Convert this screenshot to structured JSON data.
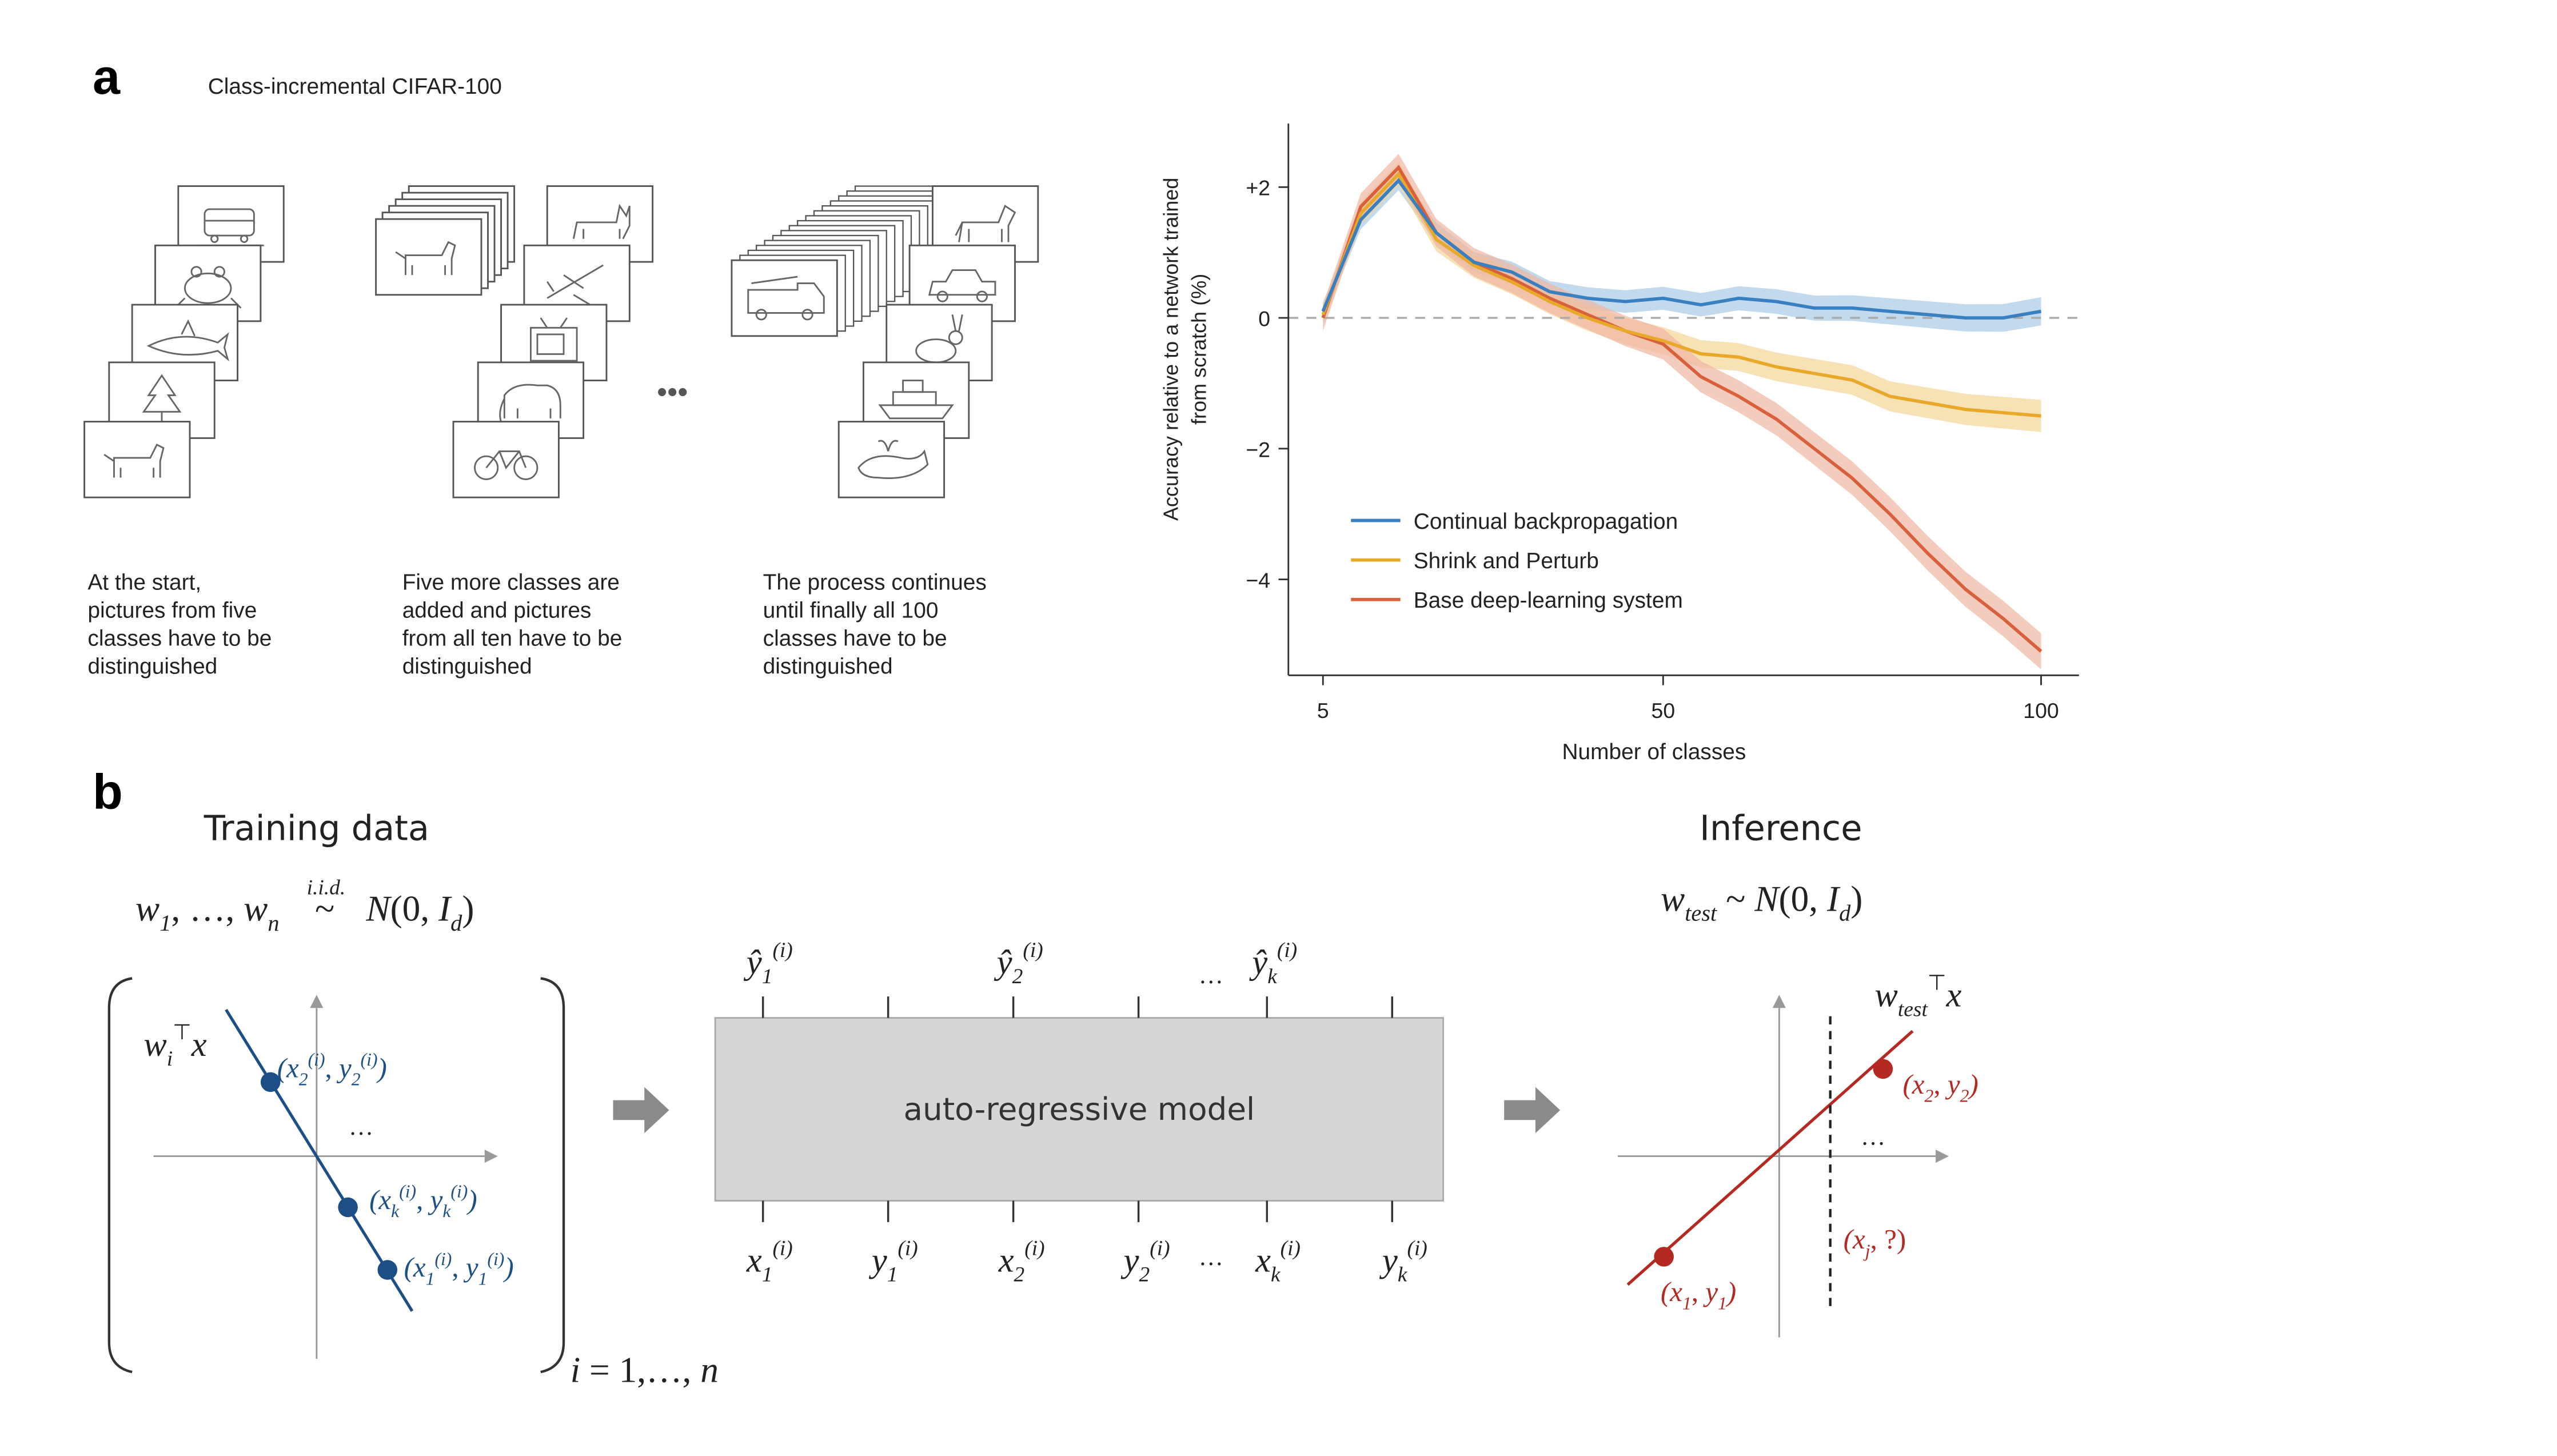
{
  "panel_a": {
    "label": "a",
    "title": "Class-incremental CIFAR-100",
    "captions": [
      [
        "At the start,",
        "pictures from five",
        "classes have to be",
        "distinguished"
      ],
      [
        "Five more classes are",
        "added and pictures",
        "from all ten have to be",
        "distinguished"
      ],
      [
        "The process continues",
        "until finally all 100",
        "classes have to be",
        "distinguished"
      ]
    ],
    "icons": {
      "stack1": [
        "train-icon",
        "frog-icon",
        "shark-icon",
        "tree-icon",
        "dog-icon"
      ],
      "stack2": [
        "cat-icon",
        "airplane-icon",
        "tv-icon",
        "elephant-icon",
        "bicycle-icon"
      ],
      "stack3": [
        "horse-icon",
        "car-icon",
        "rabbit-icon",
        "ship-icon",
        "whale-icon"
      ],
      "deck_front": "firetruck-icon",
      "ellipsis": "•••"
    }
  },
  "chart_data": {
    "type": "line",
    "title": "",
    "xlabel": "Number of classes",
    "ylabel": [
      "Accuracy relative to a network trained",
      "from scratch (%)"
    ],
    "xlim": [
      5,
      100
    ],
    "ylim": [
      -5.5,
      3
    ],
    "xticks": [
      5,
      50,
      100
    ],
    "xtick_labels": [
      "5",
      "50",
      "100"
    ],
    "yticks": [
      2,
      0,
      -2,
      -4
    ],
    "ytick_labels": [
      "+2",
      "0",
      "−2",
      "−4"
    ],
    "zero_line": true,
    "grid": false,
    "legend_position": "bottom-left",
    "x": [
      5,
      10,
      15,
      20,
      25,
      30,
      35,
      40,
      45,
      50,
      55,
      60,
      65,
      70,
      75,
      80,
      85,
      90,
      95,
      100
    ],
    "series": [
      {
        "name": "Continual backpropagation",
        "color": "#3a7fbf",
        "band": "#a6cbe6",
        "values": [
          0.1,
          1.5,
          2.1,
          1.3,
          0.85,
          0.7,
          0.4,
          0.3,
          0.25,
          0.3,
          0.2,
          0.3,
          0.25,
          0.15,
          0.15,
          0.1,
          0.05,
          0.0,
          0.0,
          0.1
        ]
      },
      {
        "name": "Shrink and Perturb",
        "color": "#e8a92a",
        "band": "#f3d596",
        "values": [
          0.05,
          1.6,
          2.2,
          1.2,
          0.8,
          0.55,
          0.25,
          0.0,
          -0.2,
          -0.35,
          -0.55,
          -0.6,
          -0.75,
          -0.85,
          -0.95,
          -1.2,
          -1.3,
          -1.4,
          -1.45,
          -1.5
        ]
      },
      {
        "name": "Base deep-learning system",
        "color": "#d9603c",
        "band": "#f0b7a2",
        "values": [
          0.0,
          1.7,
          2.3,
          1.3,
          0.85,
          0.6,
          0.3,
          0.05,
          -0.2,
          -0.4,
          -0.9,
          -1.2,
          -1.55,
          -2.0,
          -2.45,
          -3.0,
          -3.6,
          -4.15,
          -4.6,
          -5.1
        ]
      }
    ]
  },
  "panel_b": {
    "label": "b",
    "training_title": "Training data",
    "training_formula": "w₁, …, wₙ ~ N(0, I_d) i.i.d.",
    "line_label": "wᵢᵀx",
    "points_left": [
      "(x₂⁽ⁱ⁾, y₂⁽ⁱ⁾)",
      "…",
      "(xₖ⁽ⁱ⁾, yₖ⁽ⁱ⁾)",
      "(x₁⁽ⁱ⁾, y₁⁽ⁱ⁾)"
    ],
    "index_range": "i = 1,…, n",
    "model_label": "auto-regressive model",
    "model_outputs": [
      "ŷ₁⁽ⁱ⁾",
      "ŷ₂⁽ⁱ⁾",
      "…",
      "ŷₖ⁽ⁱ⁾"
    ],
    "model_inputs": [
      "x₁⁽ⁱ⁾",
      "y₁⁽ⁱ⁾",
      "x₂⁽ⁱ⁾",
      "y₂⁽ⁱ⁾",
      "…",
      "xₖ⁽ⁱ⁾",
      "yₖ⁽ⁱ⁾"
    ],
    "inference_title": "Inference",
    "inference_formula": "w_test ~ N(0, I_d)",
    "inference_line_label": "w_testᵀx",
    "inference_points": [
      "(x₂, y₂)",
      "…",
      "(xⱼ, ?)",
      "(x₁, y₁)"
    ],
    "colors": {
      "blue": "#1d4f87",
      "red": "#b42a23",
      "arrow": "#8a8a8a",
      "box": "#d6d6d6"
    }
  }
}
